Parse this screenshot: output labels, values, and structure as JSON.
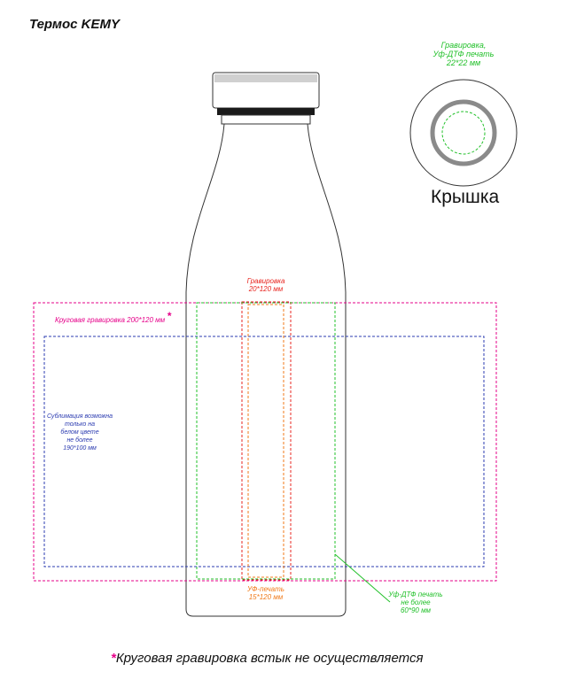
{
  "title": "Термос KEMY",
  "lid": {
    "label_lines": [
      "Гравировка,",
      "Уф-ДТФ печать",
      "22*22 мм"
    ],
    "caption": "Крышка"
  },
  "zones": {
    "engraving_circular": {
      "label": "Круговая гравировка 200*120 мм",
      "marker": "*"
    },
    "engraving_strip": {
      "label_lines": [
        "Гравировка",
        "20*120 мм"
      ]
    },
    "sublimation": {
      "label_lines": [
        "Сублимация возможна",
        "только на",
        "белом цвете",
        "не более",
        "190*100 мм"
      ]
    },
    "uv_print": {
      "label_lines": [
        "УФ-печать",
        "15*120 мм"
      ]
    },
    "uv_dtf_print": {
      "label_lines": [
        "Уф-ДТФ печать",
        "не более",
        "60*90 мм"
      ]
    }
  },
  "footer": {
    "marker": "*",
    "text": "Круговая гравировка встык не осуществляется"
  },
  "colors": {
    "magenta": "#e6008a",
    "blue": "#2b3bb0",
    "red": "#e8251f",
    "orange": "#f07a1a",
    "green": "#22c02a",
    "outline": "#333333",
    "lid_ring": "#8a8a8a"
  }
}
